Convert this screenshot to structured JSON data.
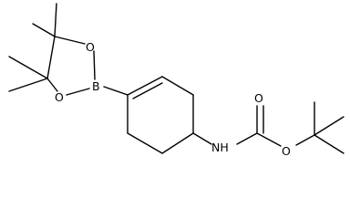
{
  "molecule": {
    "atoms": {
      "o_ring_top": "O",
      "o_ring_bottom": "O",
      "boron": "B",
      "nh": "NH",
      "o_carbonyl": "O",
      "o_ester": "O"
    },
    "colors": {
      "bond": "#000000",
      "background": "#ffffff"
    }
  }
}
